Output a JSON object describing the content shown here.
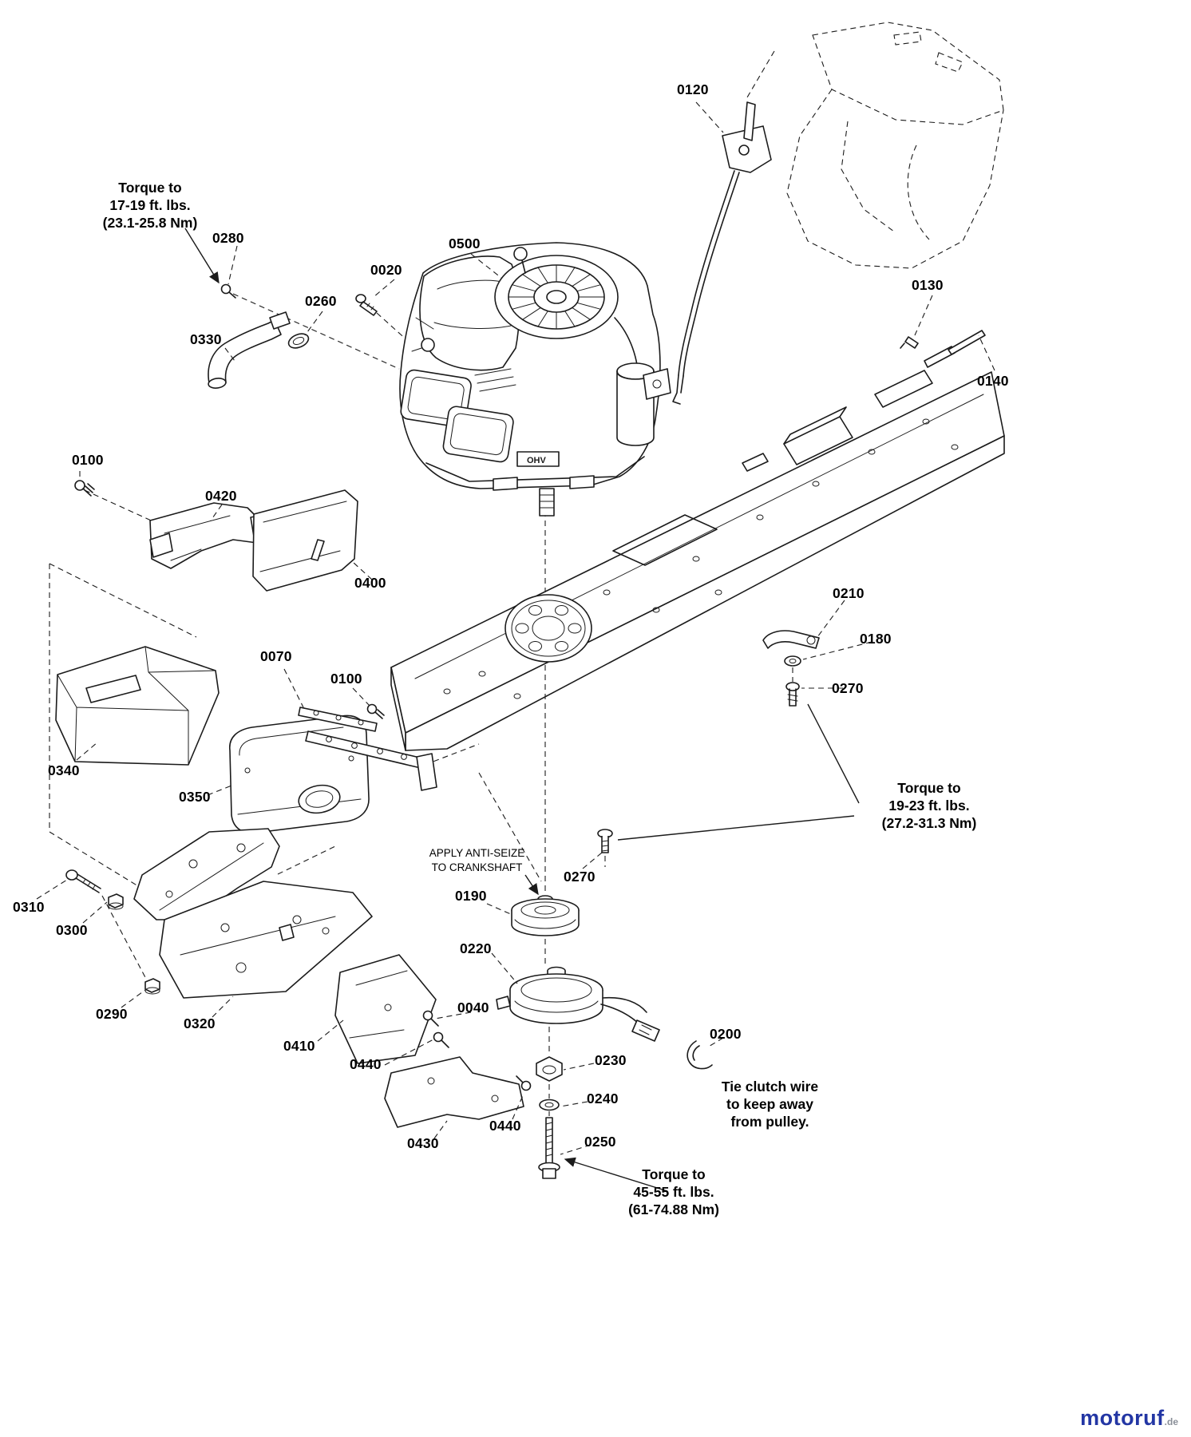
{
  "page": {
    "bg": "#ffffff",
    "ink": "#1b1b1b"
  },
  "watermark": {
    "brand": "motoruf",
    "tld": ".de",
    "brand_color": "#2336a4",
    "tld_color": "#8a8f98"
  },
  "engine_badge": "OHV",
  "notes": {
    "torque_17_19": "Torque to\n17-19 ft. lbs.\n(23.1-25.8 Nm)",
    "torque_19_23": "Torque to\n19-23 ft. lbs.\n(27.2-31.3 Nm)",
    "torque_45_55": "Torque to\n45-55 ft. lbs.\n(61-74.88 Nm)",
    "anti_seize": "APPLY ANTI-SEIZE\nTO CRANKSHAFT",
    "clutch_wire": "Tie clutch wire\nto keep away\nfrom pulley."
  },
  "part_labels": {
    "p0120": "0120",
    "p0130": "0130",
    "p0140": "0140",
    "p0500": "0500",
    "p0280": "0280",
    "p0020": "0020",
    "p0260": "0260",
    "p0330": "0330",
    "p0100_a": "0100",
    "p0100_b": "0100",
    "p0420": "0420",
    "p0400": "0400",
    "p0210": "0210",
    "p0180": "0180",
    "p0270_a": "0270",
    "p0270_b": "0270",
    "p0070": "0070",
    "p0340": "0340",
    "p0350": "0350",
    "p0310": "0310",
    "p0300": "0300",
    "p0290": "0290",
    "p0320": "0320",
    "p0190": "0190",
    "p0220": "0220",
    "p0040": "0040",
    "p0410": "0410",
    "p0440_a": "0440",
    "p0440_b": "0440",
    "p0230": "0230",
    "p0200": "0200",
    "p0240": "0240",
    "p0430": "0430",
    "p0250": "0250"
  }
}
